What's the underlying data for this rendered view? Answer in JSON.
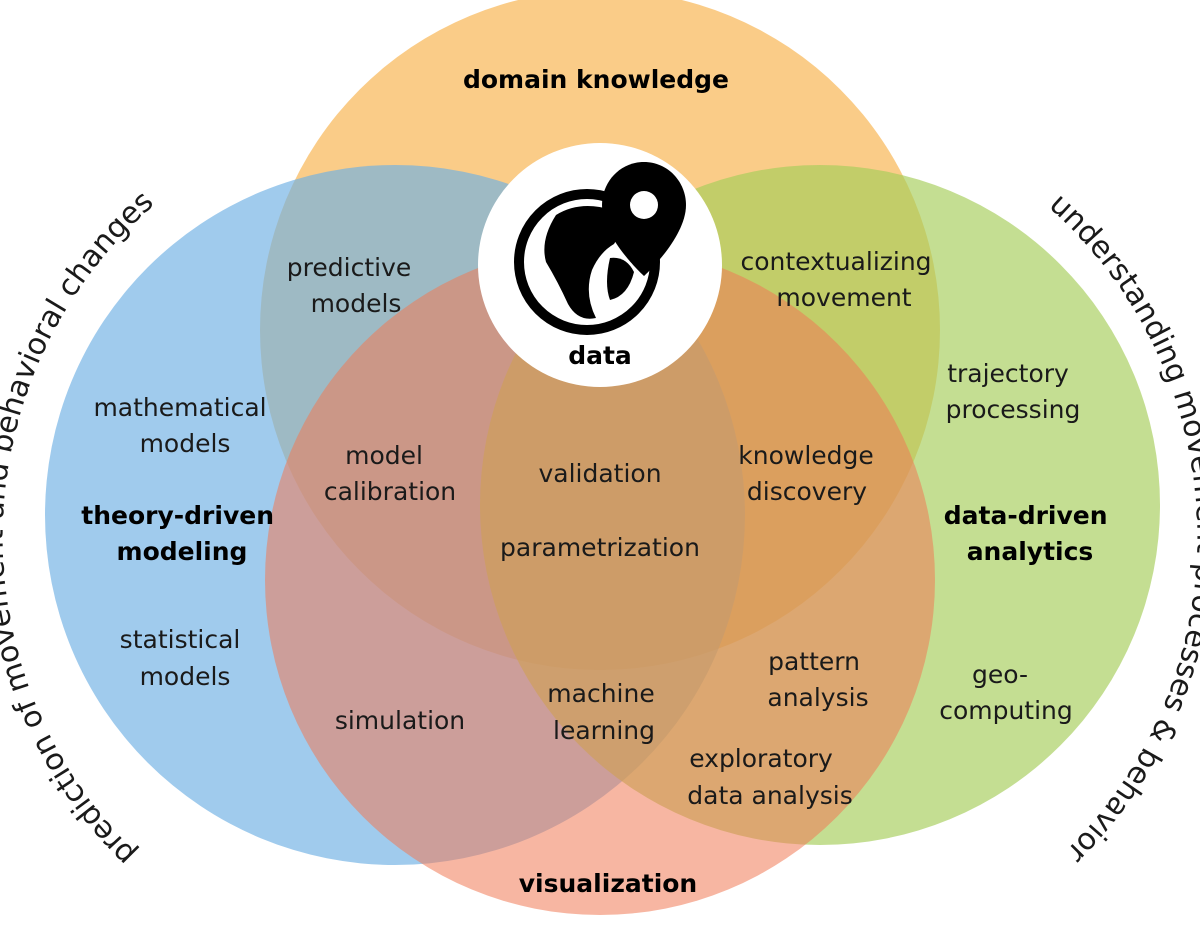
{
  "colors": {
    "domain": "#f8b85a",
    "theory": "#6fb0e4",
    "analytics": "#a6cd5a",
    "visualization": "#f07a56",
    "data_circle": "#ffffff",
    "text": "#1a1a1a"
  },
  "sets": {
    "domain_knowledge": "domain knowledge",
    "theory_driven": [
      "theory-driven",
      "modeling"
    ],
    "data_driven": [
      "data-driven",
      "analytics"
    ],
    "visualization": "visualization",
    "data": "data"
  },
  "icons": {
    "data": "globe-location-pin-icon"
  },
  "labels": {
    "predictive_models": [
      "predictive",
      "models"
    ],
    "contextualizing_movement": [
      "contextualizing",
      "movement"
    ],
    "mathematical_models": [
      "mathematical",
      "models"
    ],
    "trajectory_processing": [
      "trajectory",
      "processing"
    ],
    "model_calibration": [
      "model",
      "calibration"
    ],
    "validation": "validation",
    "knowledge_discovery": [
      "knowledge",
      "discovery"
    ],
    "parametrization": "parametrization",
    "statistical_models": [
      "statistical",
      "models"
    ],
    "pattern_analysis": [
      "pattern",
      "analysis"
    ],
    "geo_computing": [
      "geo-",
      "computing"
    ],
    "simulation": "simulation",
    "machine_learning": [
      "machine",
      "learning"
    ],
    "exploratory_data_analysis": [
      "exploratory",
      "data analysis"
    ]
  },
  "arcs": {
    "left": "prediction of movement and behavioral changes",
    "right": "understanding movement processes & behavior"
  }
}
